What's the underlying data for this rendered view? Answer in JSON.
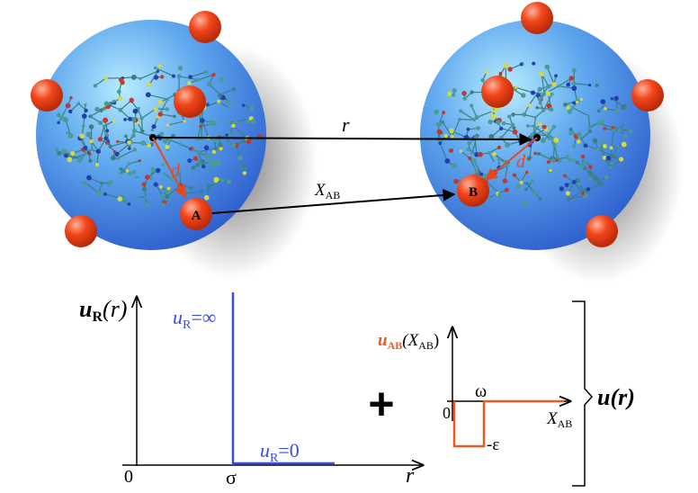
{
  "top": {
    "distance_label": "r",
    "xab_label": "X",
    "xab_sub": "AB",
    "d_left": "d",
    "d_right": "d",
    "patch_a": "A",
    "patch_b": "B"
  },
  "left_plot": {
    "ylabel_u": "u",
    "ylabel_sub": "R",
    "ylabel_arg": "(r)",
    "inf_u": "u",
    "inf_sub": "R",
    "inf_val": "=∞",
    "zero_u": "u",
    "zero_sub": "R",
    "zero_val": "=0",
    "origin": "0",
    "sigma": "σ",
    "xlabel": "r"
  },
  "plus": "+",
  "right_plot": {
    "ylabel_u": "u",
    "ylabel_sub": "AB",
    "ylabel_arg_open": "(X",
    "ylabel_arg_sub": "AB",
    "ylabel_arg_close": ")",
    "omega": "ω",
    "origin": "0",
    "eps": "-ε",
    "xlabel": "X",
    "xlabel_sub": "AB"
  },
  "total": {
    "label_u": "u",
    "label_arg": "(r)"
  },
  "colors": {
    "sphere_blue": "#3a6fd8",
    "patch_orange": "#e8471e",
    "plot_blue": "#3a4fd8",
    "plot_orange": "#e85a1e",
    "arrow_red": "#e8471e"
  }
}
